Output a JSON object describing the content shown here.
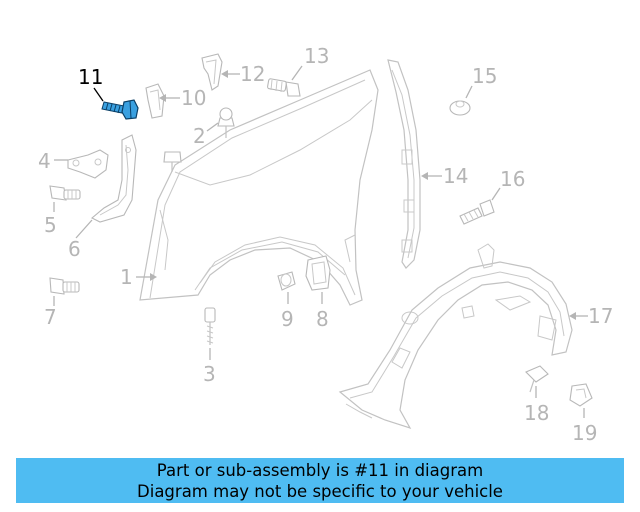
{
  "diagram": {
    "callouts": [
      "1",
      "2",
      "3",
      "4",
      "5",
      "6",
      "7",
      "8",
      "9",
      "10",
      "11",
      "12",
      "13",
      "14",
      "15",
      "16",
      "17",
      "18",
      "19"
    ],
    "highlighted_callout": "11",
    "highlight_color": "#000000",
    "part_color": "#b5b5b5",
    "highlight_part_fill": "#3aa0e0"
  },
  "banner": {
    "line1": "Part or sub-assembly is #11 in diagram",
    "line2": "Diagram may not be specific to your vehicle",
    "background": "#4fbcf2"
  }
}
